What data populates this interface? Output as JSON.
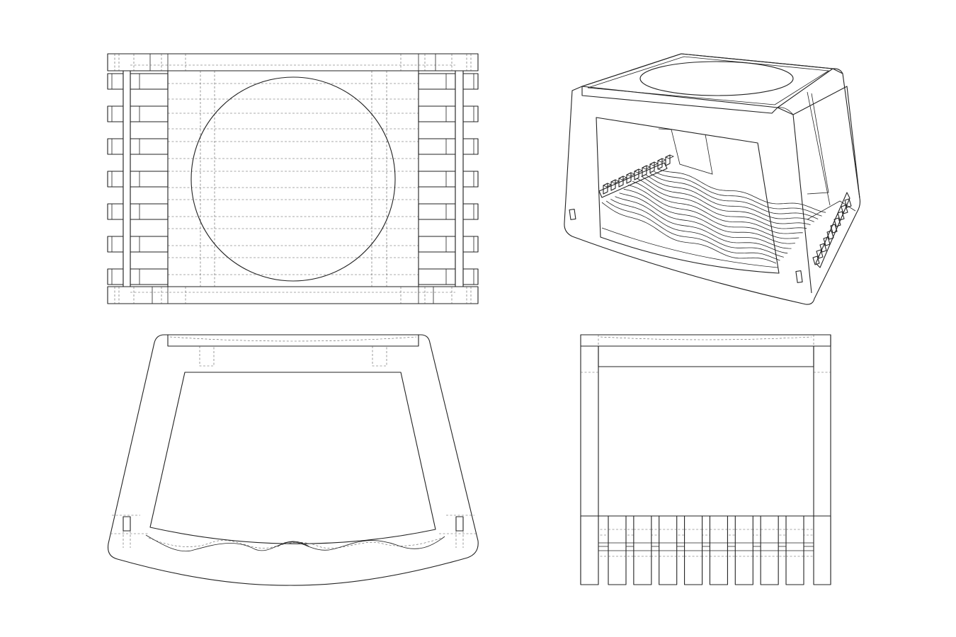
{
  "drawing": {
    "subject": "stool-with-slatted-interior",
    "views": [
      {
        "id": "top-view",
        "slats_per_side": 7
      },
      {
        "id": "isometric-view"
      },
      {
        "id": "front-view"
      },
      {
        "id": "side-view",
        "bottom_slats": 8
      }
    ],
    "colors": {
      "line": "#222222",
      "hidden_line": "#555555",
      "background": "#ffffff"
    }
  }
}
